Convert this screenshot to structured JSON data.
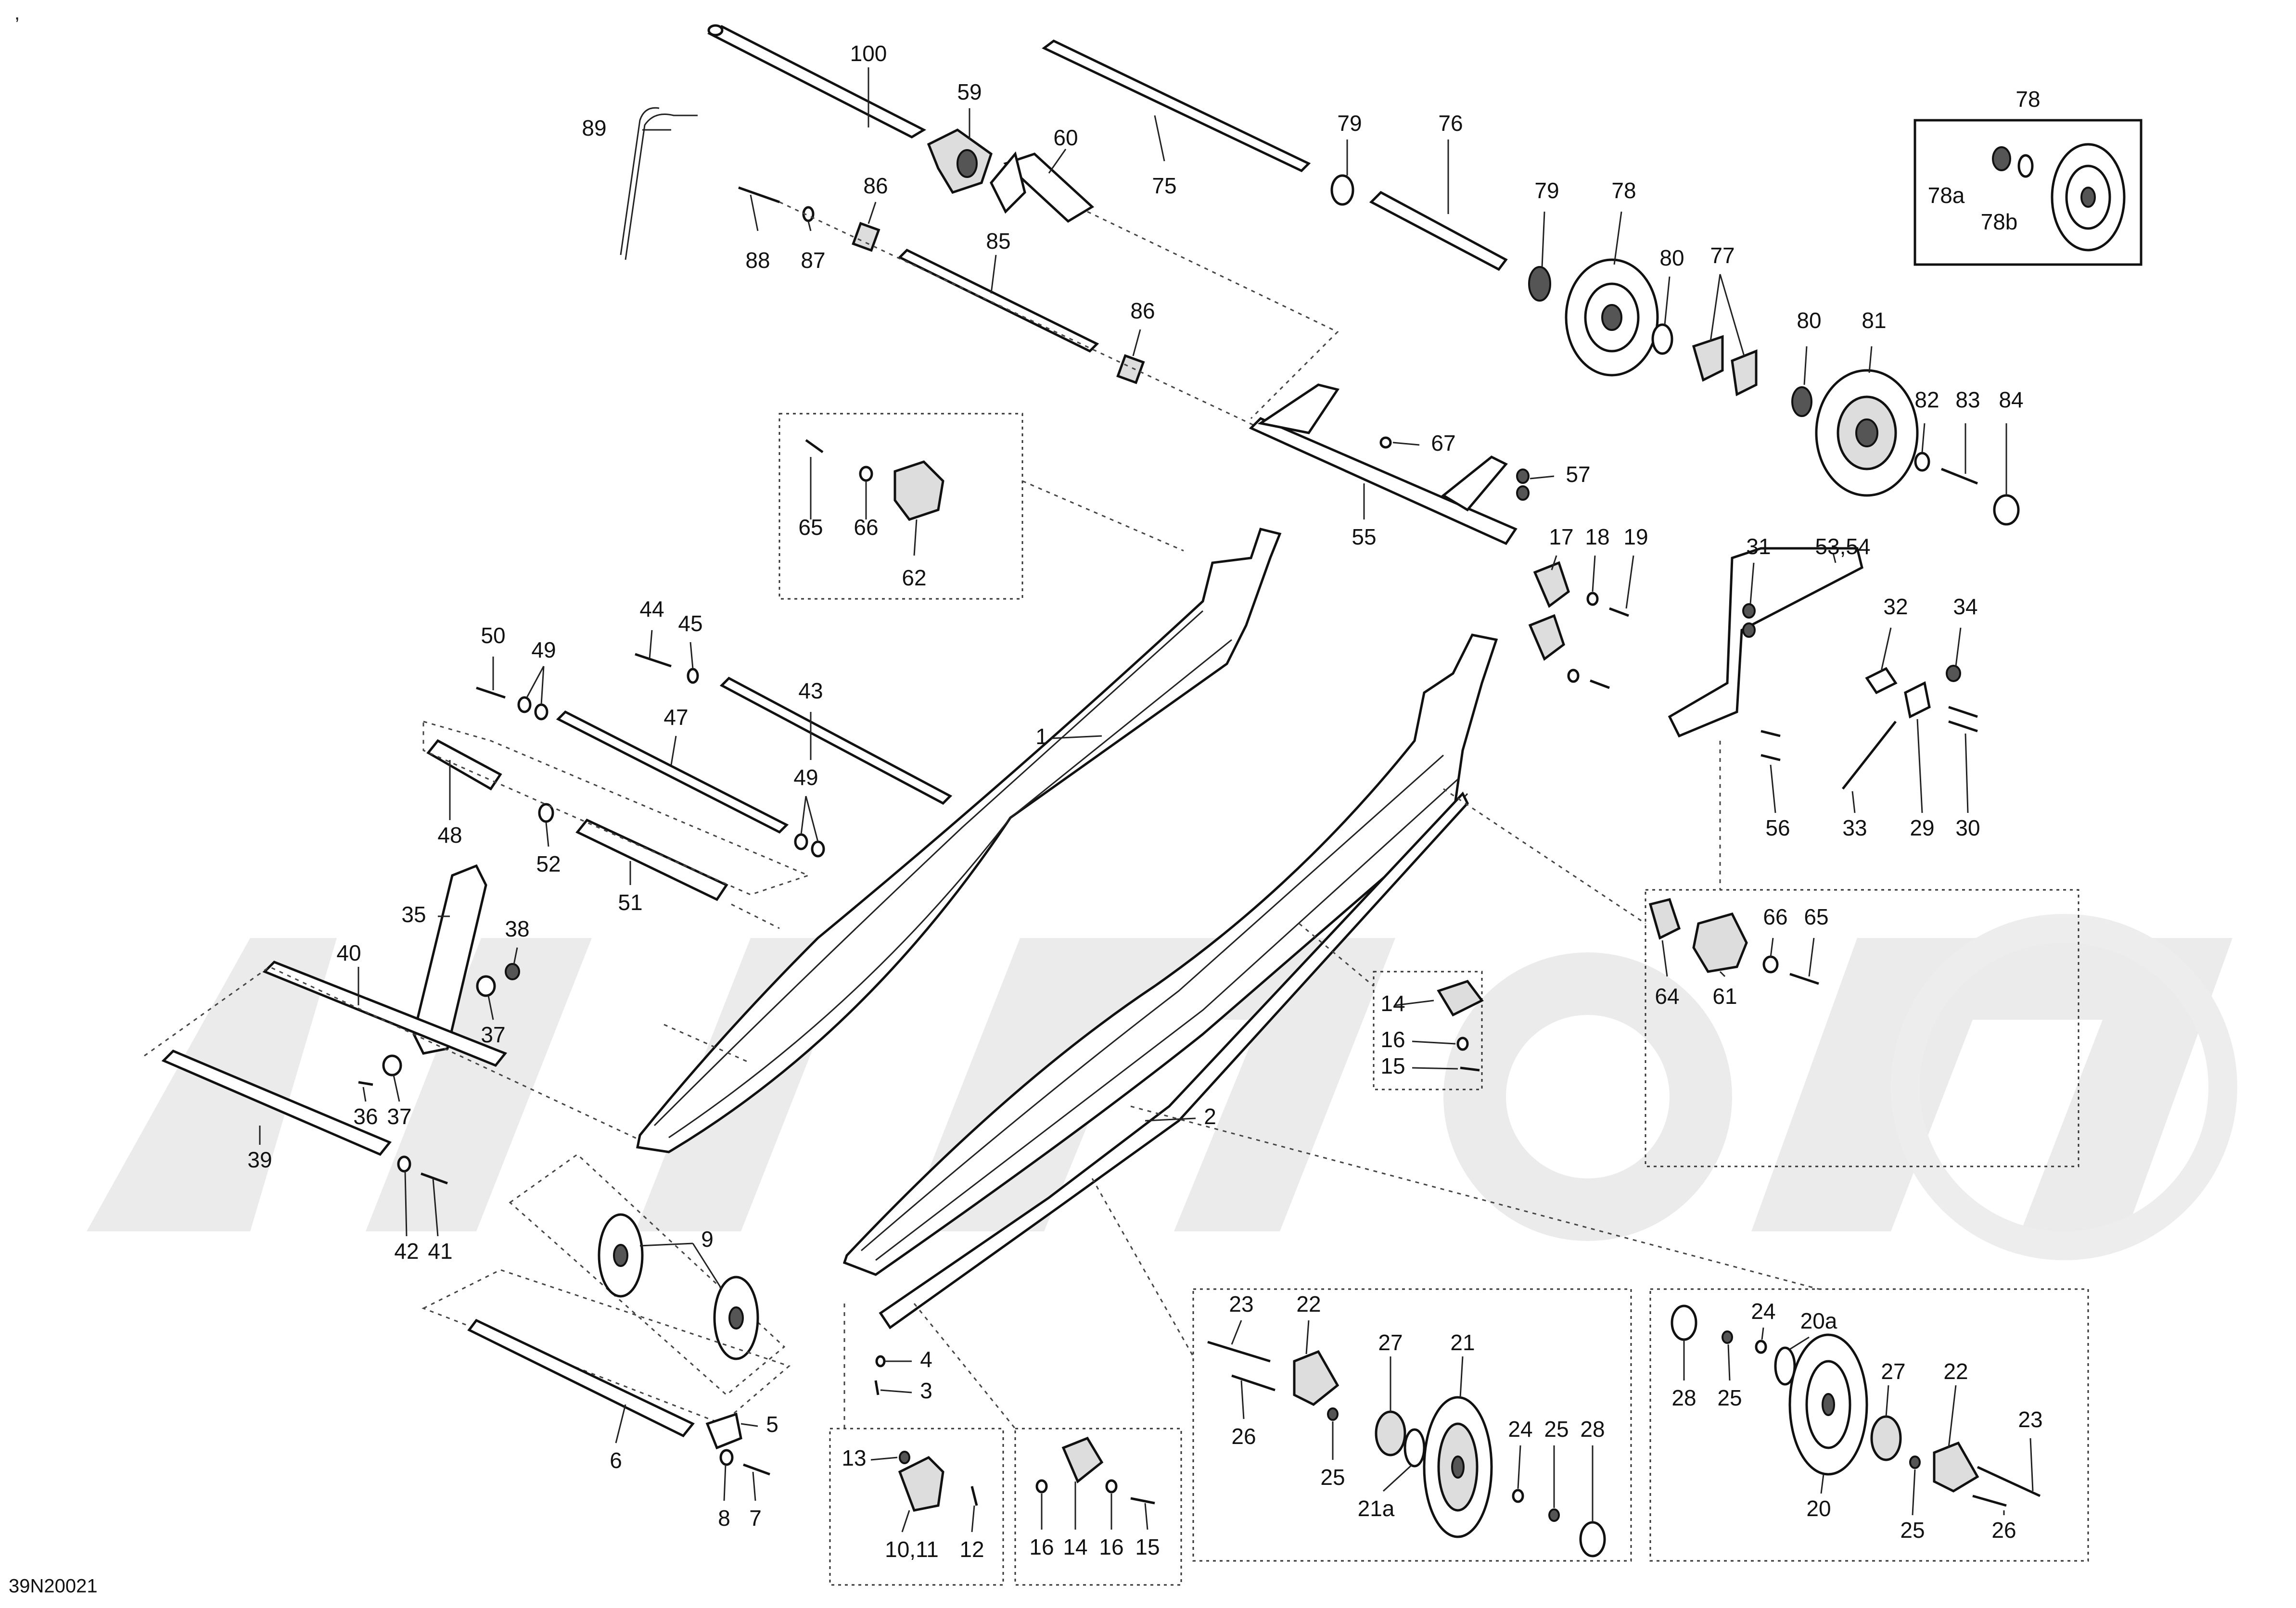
{
  "diagram_ref": "39N20021",
  "corner_mark": ",",
  "callouts": {
    "c100": "100",
    "c59": "59",
    "c60": "60",
    "c75": "75",
    "c79a": "79",
    "c76": "76",
    "c79b": "79",
    "c78": "78",
    "c78box": "78",
    "c78a": "78a",
    "c78b": "78b",
    "c89": "89",
    "c86a": "86",
    "c88": "88",
    "c87": "87",
    "c85": "85",
    "c86b": "86",
    "c80a": "80",
    "c77": "77",
    "c80b": "80",
    "c81": "81",
    "c82": "82",
    "c83": "83",
    "c84": "84",
    "c67": "67",
    "c57": "57",
    "c55": "55",
    "c65a": "65",
    "c66a": "66",
    "c62": "62",
    "c17": "17",
    "c18": "18",
    "c19": "19",
    "c31": "31",
    "c5354": "53,54",
    "c32": "32",
    "c34": "34",
    "c56": "56",
    "c33": "33",
    "c29": "29",
    "c30": "30",
    "c64": "64",
    "c61": "61",
    "c66b": "66",
    "c65b": "65",
    "c1": "1",
    "c2": "2",
    "c44": "44",
    "c45": "45",
    "c50": "50",
    "c49a": "49",
    "c43": "43",
    "c47": "47",
    "c49b": "49",
    "c48": "48",
    "c52": "52",
    "c51": "51",
    "c35": "35",
    "c38": "38",
    "c40": "40",
    "c37a": "37",
    "c36": "36",
    "c37b": "37",
    "c39": "39",
    "c42": "42",
    "c41": "41",
    "c14a": "14",
    "c16a": "16",
    "c15a": "15",
    "c9": "9",
    "c4": "4",
    "c3": "3",
    "c5": "5",
    "c6": "6",
    "c8": "8",
    "c7": "7",
    "c13": "13",
    "c1011": "10,11",
    "c12": "12",
    "c16b": "16",
    "c14b": "14",
    "c16c": "16",
    "c15b": "15",
    "c23a": "23",
    "c22a": "22",
    "c27a": "27",
    "c21": "21",
    "c26a": "26",
    "c25a": "25",
    "c21a": "21a",
    "c24a": "24",
    "c25b": "25",
    "c28a": "28",
    "c24b": "24",
    "c20a": "20a",
    "c28b": "28",
    "c25c": "25",
    "c27b": "27",
    "c22b": "22",
    "c23b": "23",
    "c20": "20",
    "c25d": "25",
    "c26b": "26"
  }
}
